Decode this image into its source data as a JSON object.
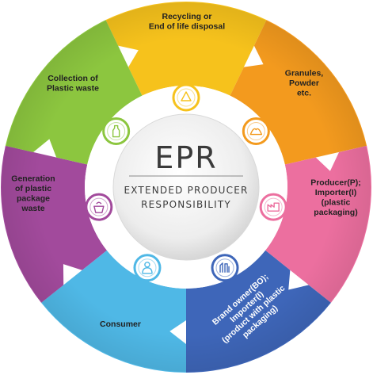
{
  "center": {
    "title": "EPR",
    "subtitle_lines": [
      "EXTENDED PRODUCER",
      "RESPONSIBILITY"
    ]
  },
  "segments": [
    {
      "id": "recycling",
      "icon": "recycle-icon",
      "color": "#f6c21c",
      "label_lines": [
        "Recycling or",
        "End of life disposal"
      ],
      "text_color": "#222222"
    },
    {
      "id": "granules",
      "icon": "granules-icon",
      "color": "#f39a1e",
      "label_lines": [
        "Granules,",
        "Powder",
        "etc."
      ],
      "text_color": "#222222"
    },
    {
      "id": "producer",
      "icon": "factory-icon",
      "color": "#ec6f9f",
      "label_lines": [
        "Producer(P);",
        "Importer(I)",
        "(plastic",
        "packaging)"
      ],
      "text_color": "#222222"
    },
    {
      "id": "brand-owner",
      "icon": "products-icon",
      "color": "#3e66b9",
      "label_lines": [
        "Brand owner(BO);",
        "Importer(I)",
        "(product with plastic",
        "packaging)"
      ],
      "text_color": "#ffffff"
    },
    {
      "id": "consumer",
      "icon": "consumer-icon",
      "color": "#4fb8e6",
      "label_lines": [
        "Consumer"
      ],
      "text_color": "#222222"
    },
    {
      "id": "generation",
      "icon": "waste-bin-icon",
      "color": "#a24a9c",
      "label_lines": [
        "Generation",
        "of plastic",
        "package",
        "waste"
      ],
      "text_color": "#222222"
    },
    {
      "id": "collection",
      "icon": "bottle-icon",
      "color": "#8cc63f",
      "label_lines": [
        "Collection of",
        "Plastic waste"
      ],
      "text_color": "#222222"
    }
  ]
}
